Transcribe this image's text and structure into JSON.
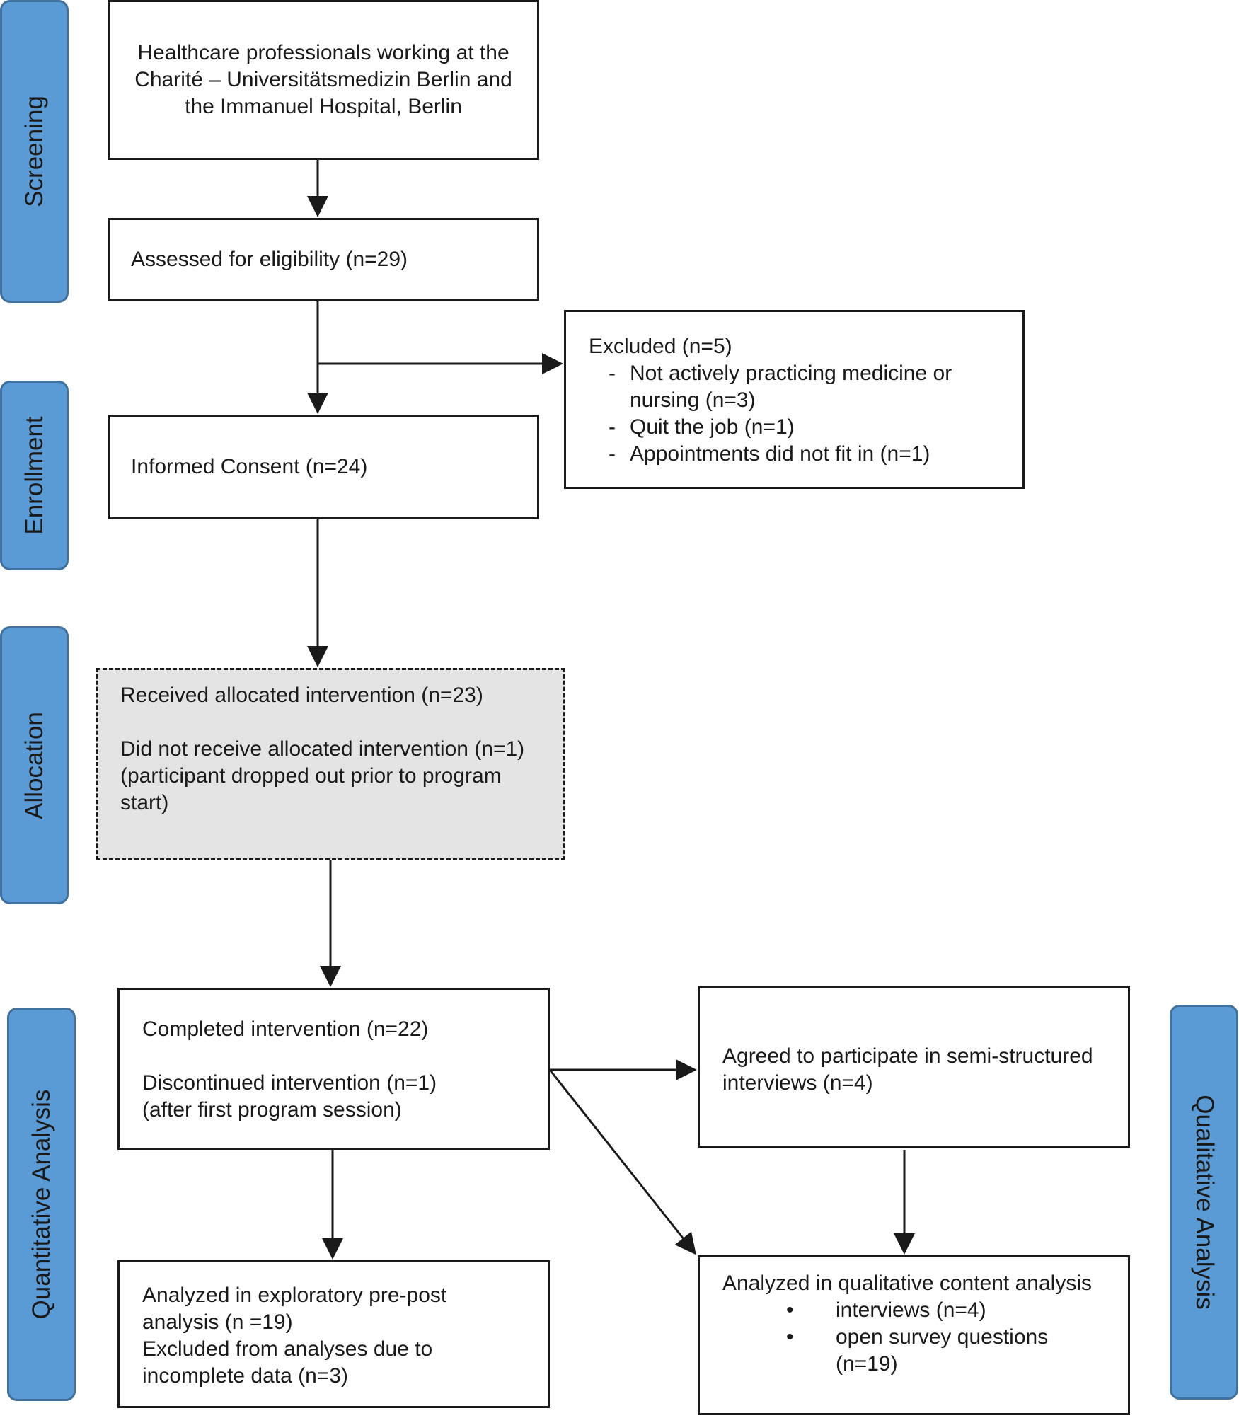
{
  "stages": {
    "screening": "Screening",
    "enrollment": "Enrollment",
    "allocation": "Allocation",
    "quantitative": "Quantitative Analysis",
    "qualitative": "Qualitative Analysis"
  },
  "boxes": {
    "population": "Healthcare professionals working at the Charité – Universitätsmedizin Berlin and the Immanuel Hospital, Berlin",
    "eligibility": "Assessed for eligibility (n=29)",
    "excluded": {
      "title": "Excluded (n=5)",
      "items": [
        "Not actively practicing medicine or nursing (n=3)",
        "Quit the job (n=1)",
        "Appointments did not fit in (n=1)"
      ]
    },
    "consent": "Informed Consent (n=24)",
    "allocation": {
      "received": "Received allocated intervention (n=23)",
      "not_received": "Did not receive allocated intervention (n=1)",
      "reason": "(participant dropped out prior to program start)"
    },
    "completed": {
      "line1": "Completed intervention (n=22)",
      "line2": "Discontinued intervention (n=1)",
      "line3": "(after first program session)"
    },
    "interviews": "Agreed to participate  in semi-structured interviews (n=4)",
    "prepost": {
      "line1": "Analyzed in exploratory pre-post analysis (n =19)",
      "line2": "Excluded from analyses due to incomplete data (n=3)"
    },
    "qualitative": {
      "title": "Analyzed in qualitative content analysis",
      "items": [
        "interviews (n=4)",
        "open survey questions (n=19)"
      ]
    }
  }
}
